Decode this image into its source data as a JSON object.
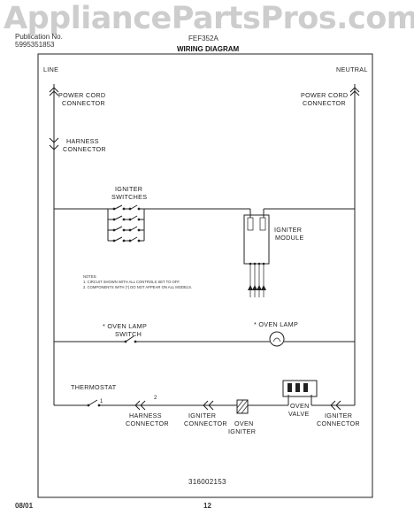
{
  "watermark": "AppliancePartsPros.com",
  "header": {
    "publication_label": "Publication No.",
    "publication_number": "5995351853",
    "model": "FEF352A",
    "title": "WIRING DIAGRAM"
  },
  "labels": {
    "line": "LINE",
    "neutral": "NEUTRAL",
    "power_cord_left_1": "POWER CORD",
    "power_cord_left_2": "CONNECTOR",
    "power_cord_right_1": "POWER CORD",
    "power_cord_right_2": "CONNECTOR",
    "harness_top_1": "HARNESS",
    "harness_top_2": "CONNECTOR",
    "igniter_switches_1": "IGNITER",
    "igniter_switches_2": "SWITCHES",
    "igniter_module_1": "IGNITER",
    "igniter_module_2": "MODULE",
    "oven_lamp_switch_1": "* OVEN LAMP",
    "oven_lamp_switch_2": "SWITCH",
    "oven_lamp": "* OVEN LAMP",
    "thermostat": "THERMOSTAT",
    "harness_bottom_1": "HARNESS",
    "harness_bottom_2": "CONNECTOR",
    "igniter_conn_1": "IGNITER",
    "igniter_conn_2": "CONNECTOR",
    "oven_igniter_1": "OVEN",
    "oven_igniter_2": "IGNITER",
    "oven_valve_1": "OVEN",
    "oven_valve_2": "VALVE",
    "igniter_conn_right_1": "IGNITER",
    "igniter_conn_right_2": "CONNECTOR",
    "terminal_1": "1",
    "terminal_2": "2"
  },
  "notes": {
    "heading": "NOTES:",
    "note_1": "1. CIRCUIT SHOWN WITH ALL CONTROLS SET TO OFF.",
    "note_2": "2. COMPONENTS WITH (*) DO NOT APPEAR ON ALL MODELS."
  },
  "diagram_number": "316002153",
  "footer": {
    "date": "08/01",
    "page": "12"
  }
}
